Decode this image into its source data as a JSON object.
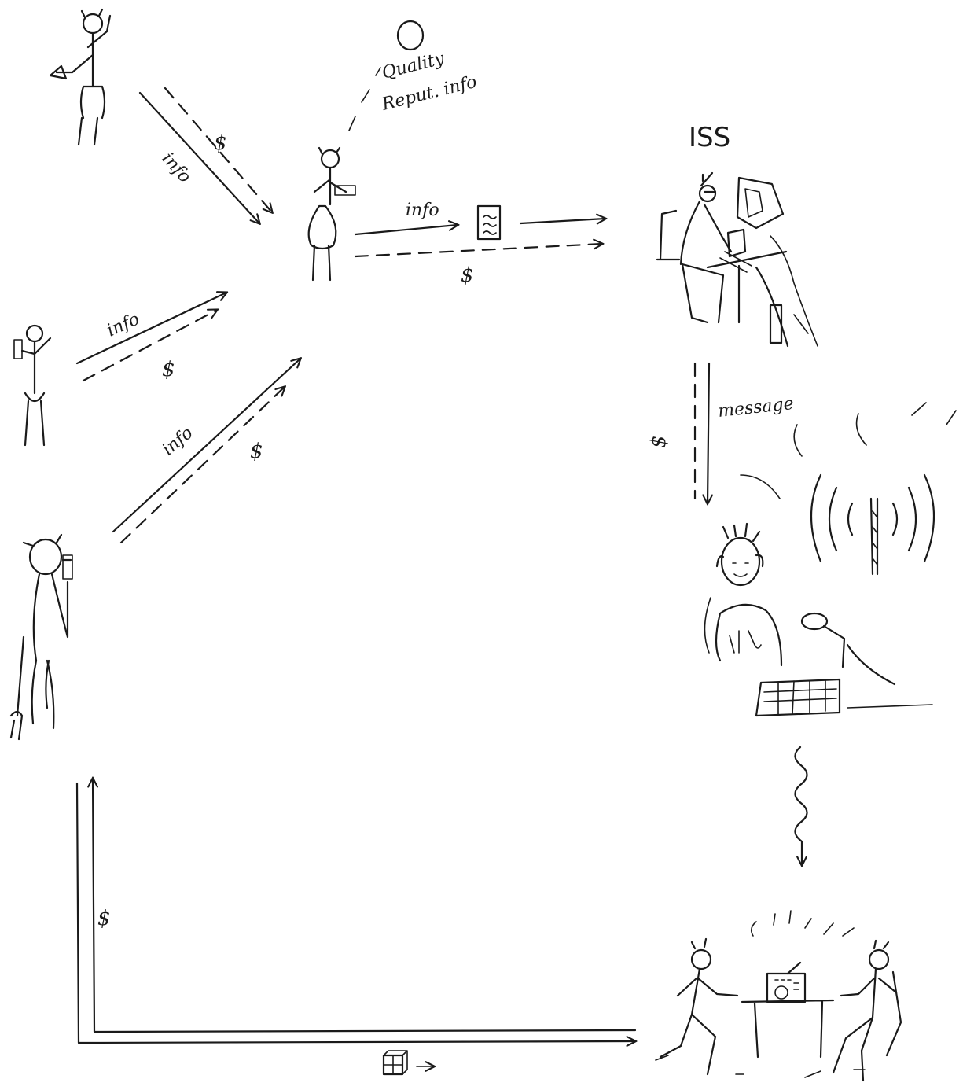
{
  "labels": {
    "iss": "ISS",
    "info": "info",
    "dollar": "$",
    "message": "message",
    "quality_line1": "Quality",
    "quality_line2": "Reput. info"
  },
  "colors": {
    "ink": "#1a1a1a",
    "paper": "#ffffff"
  },
  "icons": [
    "box-icon"
  ]
}
